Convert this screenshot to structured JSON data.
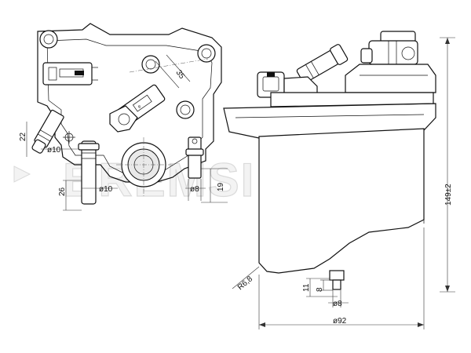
{
  "drawing": {
    "watermark": "BREMSI",
    "left_view": {
      "dims": {
        "d22": "22",
        "d10a": "ø10",
        "d35": "35",
        "d10b": "ø10",
        "d26": "26",
        "d8": "ø8",
        "d19": "19"
      }
    },
    "right_view": {
      "dims": {
        "h149": "149±2",
        "r": "R6,8",
        "d11": "11",
        "d8h": "8",
        "d8": "ø8",
        "d92": "ø92"
      }
    }
  }
}
